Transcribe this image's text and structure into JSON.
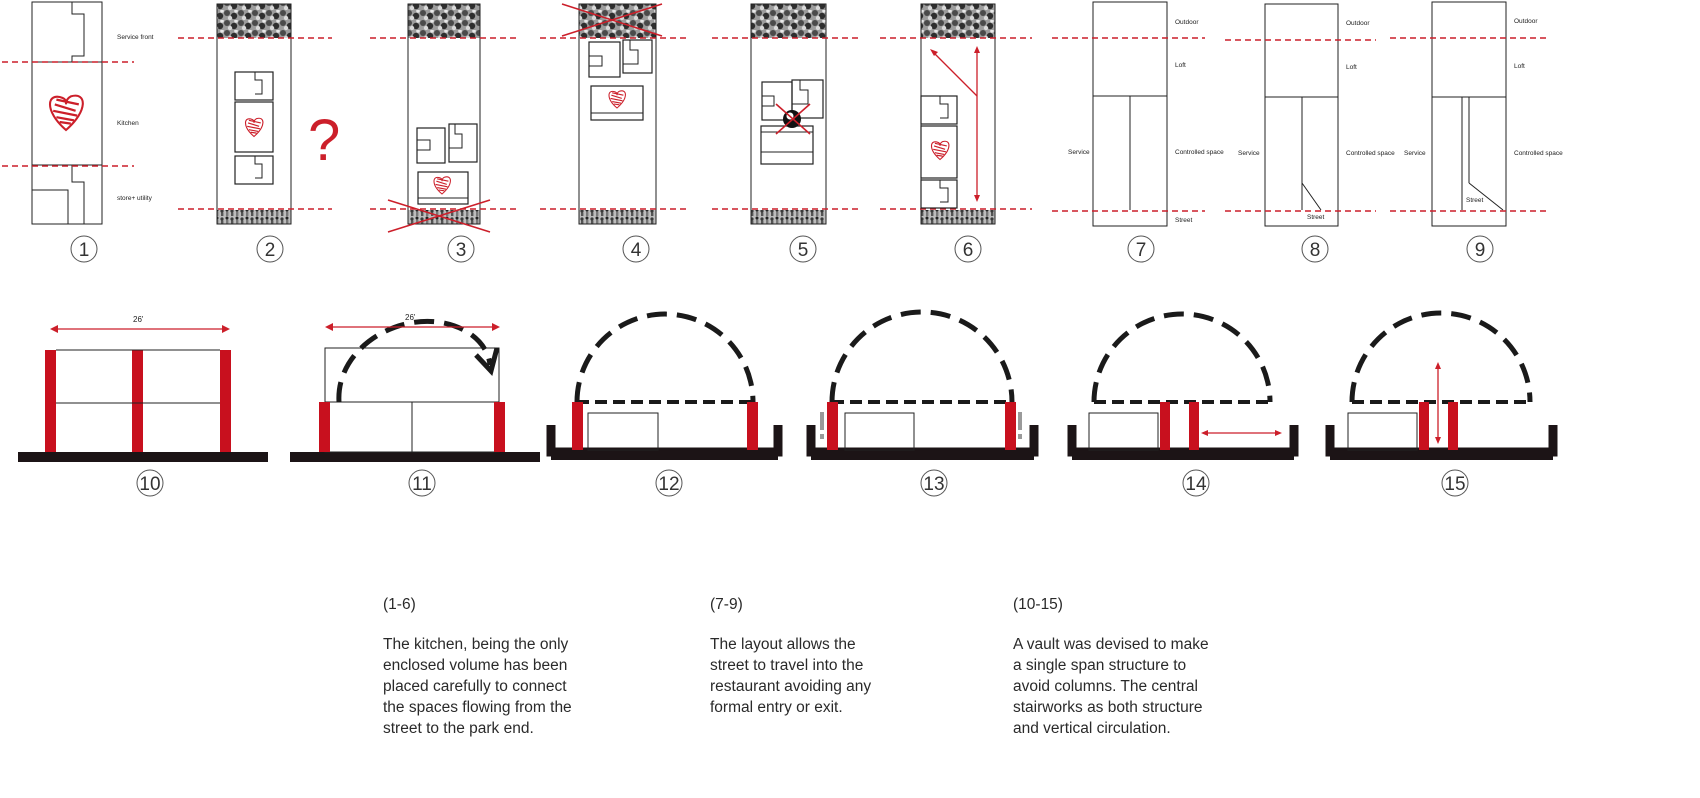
{
  "plan_labels": {
    "p1": {
      "service_front": "Service front",
      "kitchen": "Kitchen",
      "store_utility": "store+ utility"
    },
    "p7": {
      "outdoor": "Outdoor",
      "loft": "Loft",
      "service": "Service",
      "controlled": "Controlled space",
      "street": "Street"
    },
    "p8": {
      "outdoor": "Outdoor",
      "loft": "Loft",
      "service": "Service",
      "controlled": "Controlled space",
      "street": "Street"
    },
    "p9": {
      "outdoor": "Outdoor",
      "loft": "Loft",
      "service": "Service",
      "controlled": "Controlled space",
      "street": "Street"
    }
  },
  "question_mark": "?",
  "dimensions": {
    "d10": "26'",
    "d11": "26'"
  },
  "numbers": [
    "1",
    "2",
    "3",
    "4",
    "5",
    "6",
    "7",
    "8",
    "9",
    "10",
    "11",
    "12",
    "13",
    "14",
    "15"
  ],
  "captions": [
    {
      "range": "(1-6)",
      "text": "The kitchen, being the only\nenclosed volume has been\nplaced carefully to connect\nthe spaces flowing from the\nstreet to the park end."
    },
    {
      "range": "(7-9)",
      "text": "The layout allows the\nstreet to travel into the\nrestaurant avoiding any\nformal entry or exit."
    },
    {
      "range": "(10-15)",
      "text": "A vault was devised to make\na single span structure to\navoid columns. The central\nstairworks as both structure\nand vertical circulation."
    }
  ],
  "colors": {
    "accent": "#cc1f2a",
    "ink": "#1a1a1a",
    "slab": "#1c1416",
    "column": "#c8101e"
  }
}
